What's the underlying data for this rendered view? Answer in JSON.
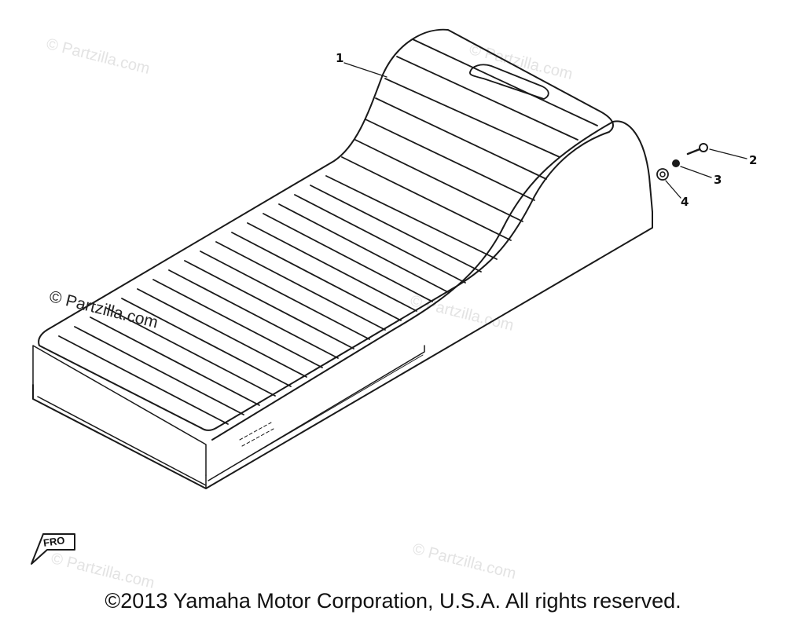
{
  "callouts": [
    {
      "id": "1",
      "label": "1"
    },
    {
      "id": "2",
      "label": "2"
    },
    {
      "id": "3",
      "label": "3"
    },
    {
      "id": "4",
      "label": "4"
    }
  ],
  "watermarks": {
    "text": "© Partzilla.com",
    "color": "#e3e3e3"
  },
  "front_arrow_label": "FRO",
  "copyright": "©2013 Yamaha Motor Corporation, U.S.A. All rights reserved.",
  "colors": {
    "line": "#1a1a1a",
    "background": "#ffffff"
  }
}
